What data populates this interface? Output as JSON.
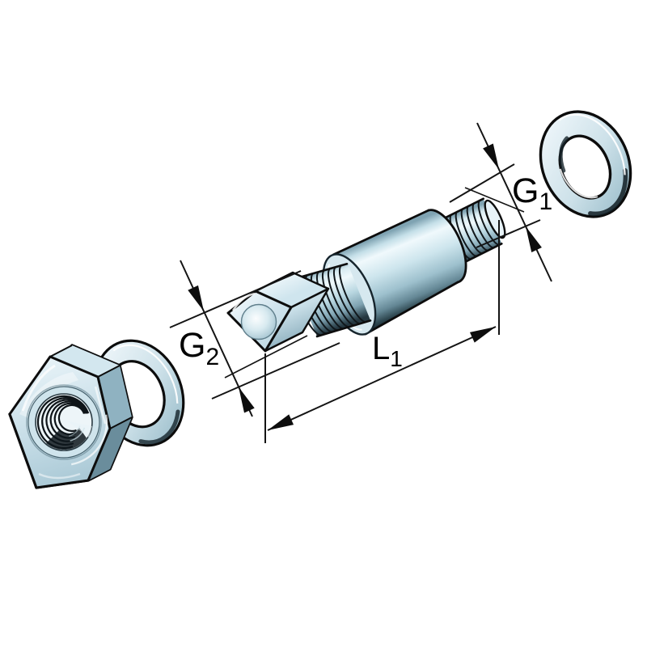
{
  "figure": {
    "kind": "technical-dimension-drawing",
    "background": "#ffffff",
    "labels": {
      "g1": {
        "base": "G",
        "sub": "1"
      },
      "g2": {
        "base": "G",
        "sub": "2"
      },
      "l1": {
        "base": "L",
        "sub": "1"
      }
    },
    "parts": [
      "hexagonal-nut",
      "rear-washer",
      "front-washer",
      "square-drive-end",
      "threaded-section-g2",
      "cylindrical-collar",
      "threaded-section-g1"
    ],
    "colors": {
      "outline": "#0d0d0d",
      "dimension_lines": "#141414",
      "label_text": "#000000",
      "metal_base": "#cfe3ec",
      "metal_highlight": "#f2fafc",
      "metal_mid": "#a9c8d5",
      "metal_dark": "#5d7d8a",
      "metal_deep": "#16262e"
    }
  }
}
